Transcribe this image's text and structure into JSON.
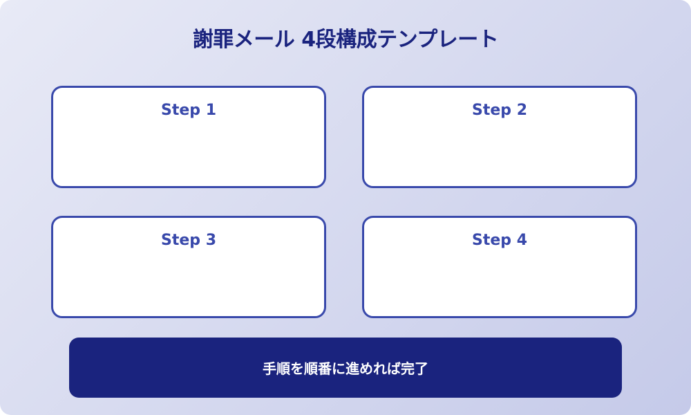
{
  "title": "謝罪メール 4段構成テンプレート",
  "steps": [
    {
      "label": "Step 1"
    },
    {
      "label": "Step 2"
    },
    {
      "label": "Step 3"
    },
    {
      "label": "Step 4"
    }
  ],
  "footer": {
    "text": "手順を順番に進めれば完了"
  },
  "colors": {
    "background_start": "#e8eaf6",
    "background_end": "#c5cae9",
    "title": "#1a237e",
    "step_border": "#3949ab",
    "step_label": "#3949ab",
    "step_fill": "#ffffff",
    "footer_fill": "#1a237e",
    "footer_text": "#ffffff"
  }
}
